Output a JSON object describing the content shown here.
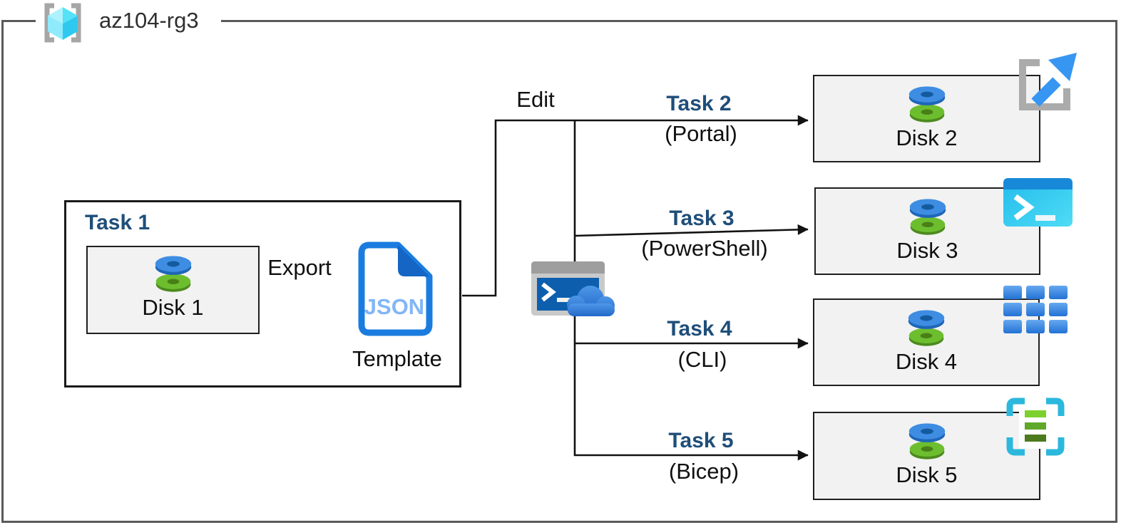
{
  "resource_group": {
    "label": "az104-rg3",
    "icon": "resource-group-icon"
  },
  "task1": {
    "title": "Task 1",
    "disk_label": "Disk 1",
    "export_label": "Export",
    "json_badge": "JSON",
    "template_label": "Template"
  },
  "edit_label": "Edit",
  "shell": {
    "icon": "cloud-shell-icon"
  },
  "branches": [
    {
      "task": "Task 2",
      "method": "(Portal)",
      "disk_label": "Disk 2",
      "icon": "azure-portal-icon"
    },
    {
      "task": "Task 3",
      "method": "(PowerShell)",
      "disk_label": "Disk 3",
      "icon": "powershell-icon"
    },
    {
      "task": "Task 4",
      "method": "(CLI)",
      "disk_label": "Disk 4",
      "icon": "cli-icon"
    },
    {
      "task": "Task 5",
      "method": "(Bicep)",
      "disk_label": "Disk 5",
      "icon": "bicep-template-icon"
    }
  ],
  "colors": {
    "task_heading": "#1F4E79",
    "box_fill": "#F2F2F2",
    "outer_border": "#595959",
    "accent_blue": "#1B7CE0",
    "disk_blue": "#3E8DE2",
    "disk_green": "#6CBE2F",
    "cube_cyan": "#55E2F7"
  }
}
